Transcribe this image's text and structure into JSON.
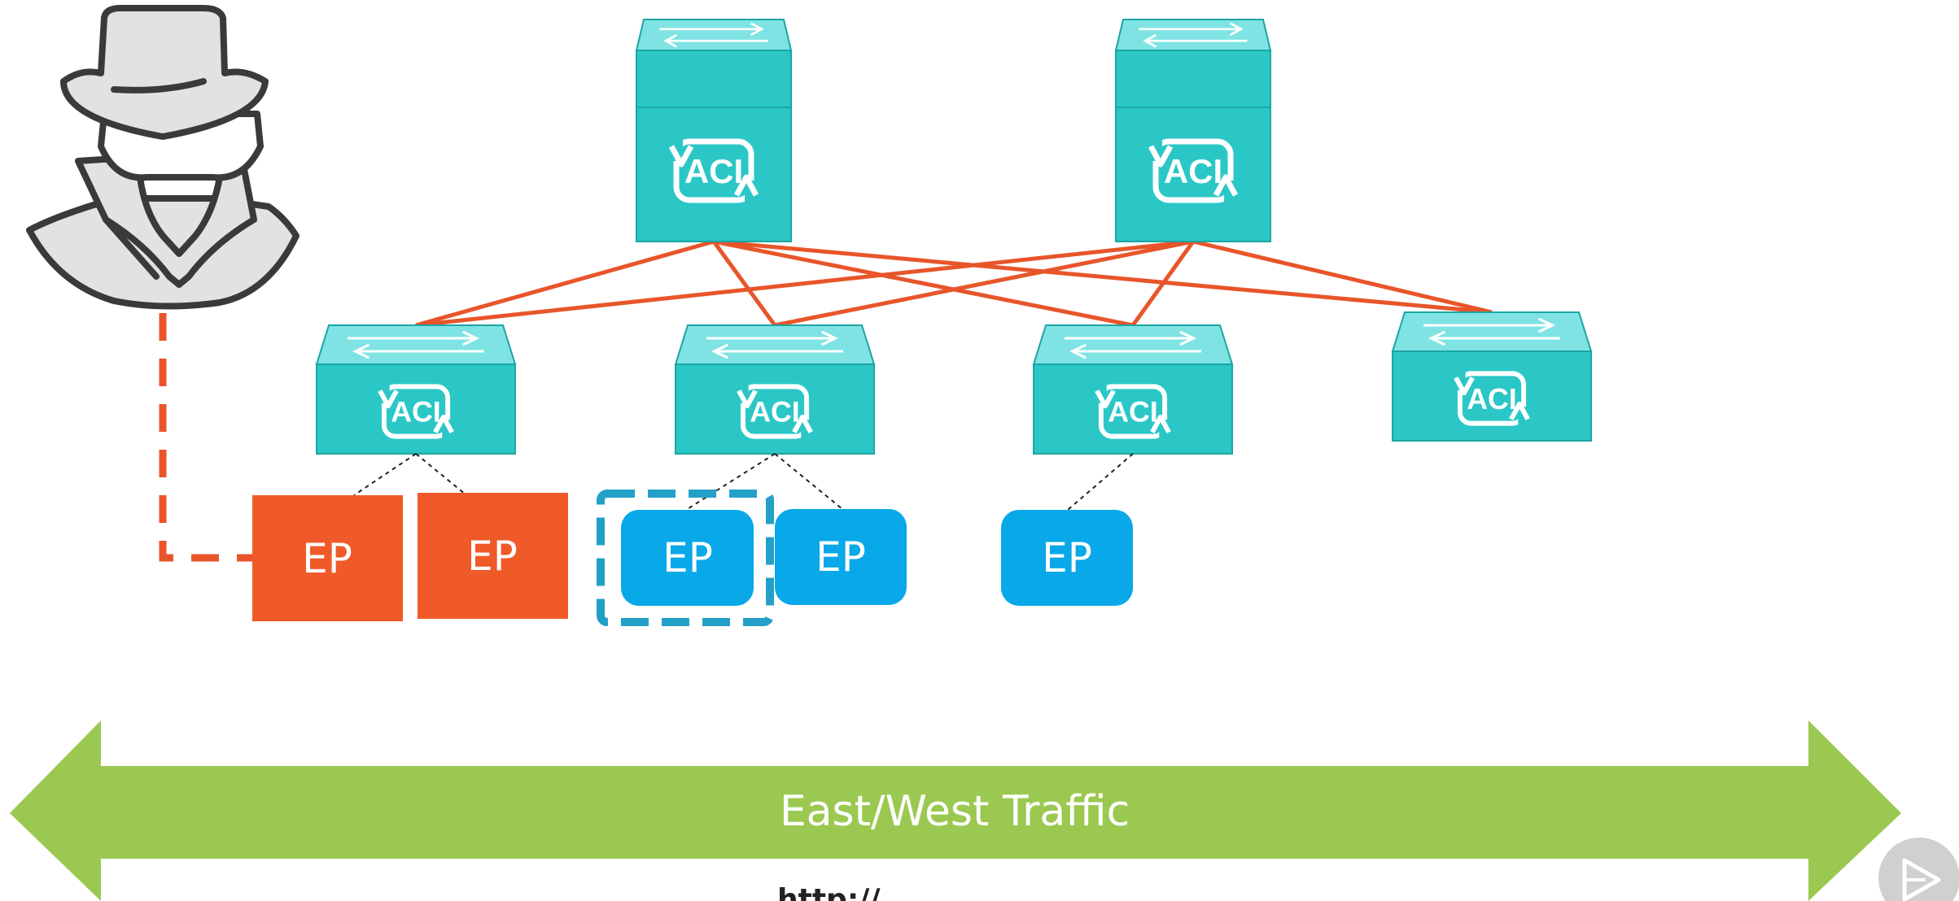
{
  "switch_label": "ACI",
  "endpoint_label": "EP",
  "traffic": {
    "label": "East/West Traffic",
    "partial_text": "http://..."
  },
  "colors": {
    "switch": "#2BC7C7",
    "switch_dark": "#1CA5A5",
    "link": "#E8552A",
    "endpoint_compromised": "#F05A28",
    "endpoint_normal": "#09A8E8",
    "quarantine": "#23A0C8",
    "arrow": "#9BC850",
    "attacker": "#E2E2E2",
    "attacker_outline": "#3A3A3A"
  },
  "icons": [
    "attacker-icon",
    "aci-icon",
    "play-icon"
  ]
}
